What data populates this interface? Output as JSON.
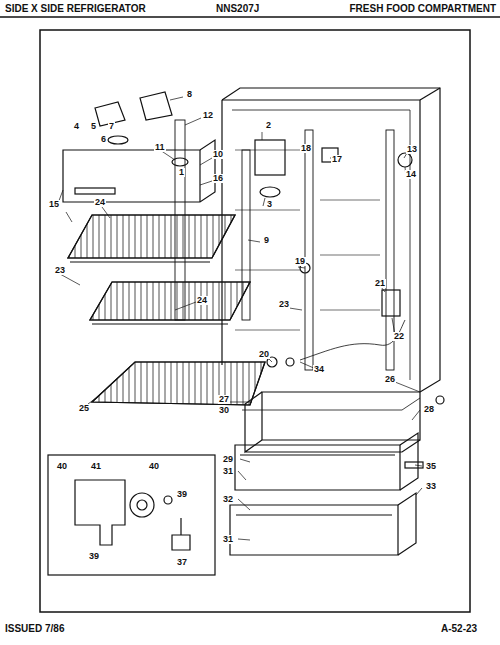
{
  "diagram": {
    "labels": [
      "SIDE X SIDE REFRIGERATOR",
      "NNS207J",
      "FRESH FOOD COMPARTMENT",
      "4",
      "5",
      "7",
      "6",
      "8",
      "12",
      "2",
      "11",
      "10",
      "1",
      "16",
      "15",
      "24",
      "3",
      "18",
      "17",
      "13",
      "14",
      "9",
      "19",
      "23",
      "23",
      "24",
      "21",
      "22",
      "20",
      "34",
      "25",
      "26",
      "27",
      "30",
      "28",
      "29",
      "31",
      "35",
      "32",
      "33",
      "31",
      "40",
      "41",
      "40",
      "39",
      "39",
      "37",
      "ISSUED 7/86",
      "A-52-23"
    ]
  }
}
